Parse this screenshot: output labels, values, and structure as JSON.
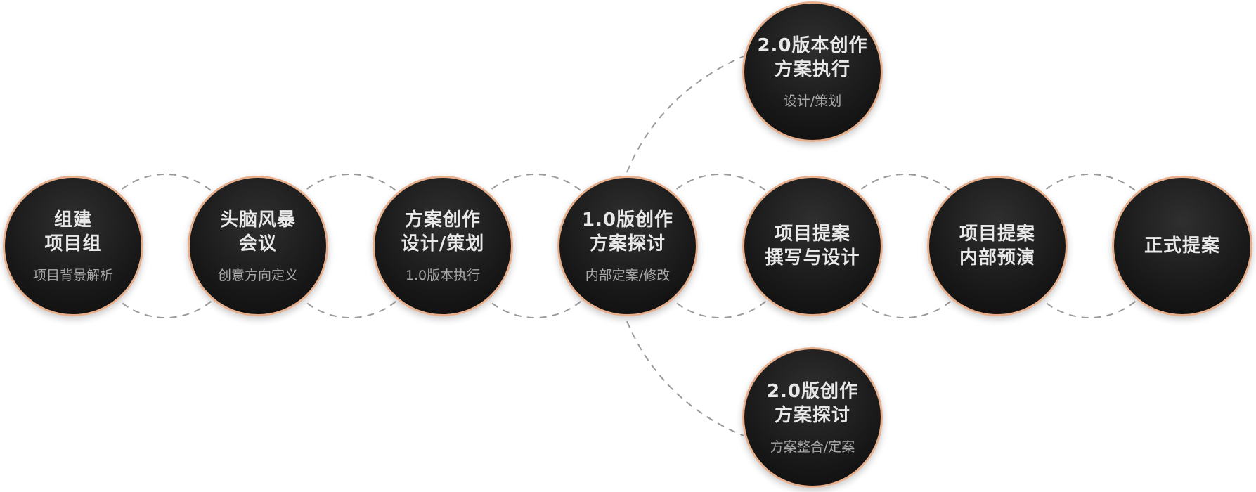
{
  "diagram": {
    "line_color": "#9a9a9a",
    "node_border_color": "#e7ae8c",
    "node_fill_color": "#161616",
    "nodes": [
      {
        "id": "n1",
        "title_lines": [
          "组建",
          "项目组"
        ],
        "subtitle": "项目背景解析"
      },
      {
        "id": "n2",
        "title_lines": [
          "头脑风暴",
          "会议"
        ],
        "subtitle": "创意方向定义"
      },
      {
        "id": "n3",
        "title_lines": [
          "方案创作",
          "设计/策划"
        ],
        "subtitle": "1.0版本执行"
      },
      {
        "id": "n4",
        "title_lines": [
          "1.0版创作",
          "方案探讨"
        ],
        "subtitle": "内部定案/修改"
      },
      {
        "id": "n5",
        "title_lines": [
          "项目提案",
          "撰写与设计"
        ],
        "subtitle": ""
      },
      {
        "id": "n6",
        "title_lines": [
          "项目提案",
          "内部预演"
        ],
        "subtitle": ""
      },
      {
        "id": "n7",
        "title_lines": [
          "正式提案"
        ],
        "subtitle": ""
      },
      {
        "id": "n8",
        "title_lines": [
          "2.0版本创作",
          "方案执行"
        ],
        "subtitle": "设计/策划"
      },
      {
        "id": "n9",
        "title_lines": [
          "2.0版创作",
          "方案探讨"
        ],
        "subtitle": "方案整合/定案"
      }
    ],
    "edges": [
      {
        "from": "n1",
        "to": "n2"
      },
      {
        "from": "n2",
        "to": "n3"
      },
      {
        "from": "n3",
        "to": "n4"
      },
      {
        "from": "n4",
        "to": "n5"
      },
      {
        "from": "n5",
        "to": "n6"
      },
      {
        "from": "n6",
        "to": "n7"
      },
      {
        "from": "n4",
        "to": "n8"
      },
      {
        "from": "n4",
        "to": "n9"
      }
    ]
  }
}
